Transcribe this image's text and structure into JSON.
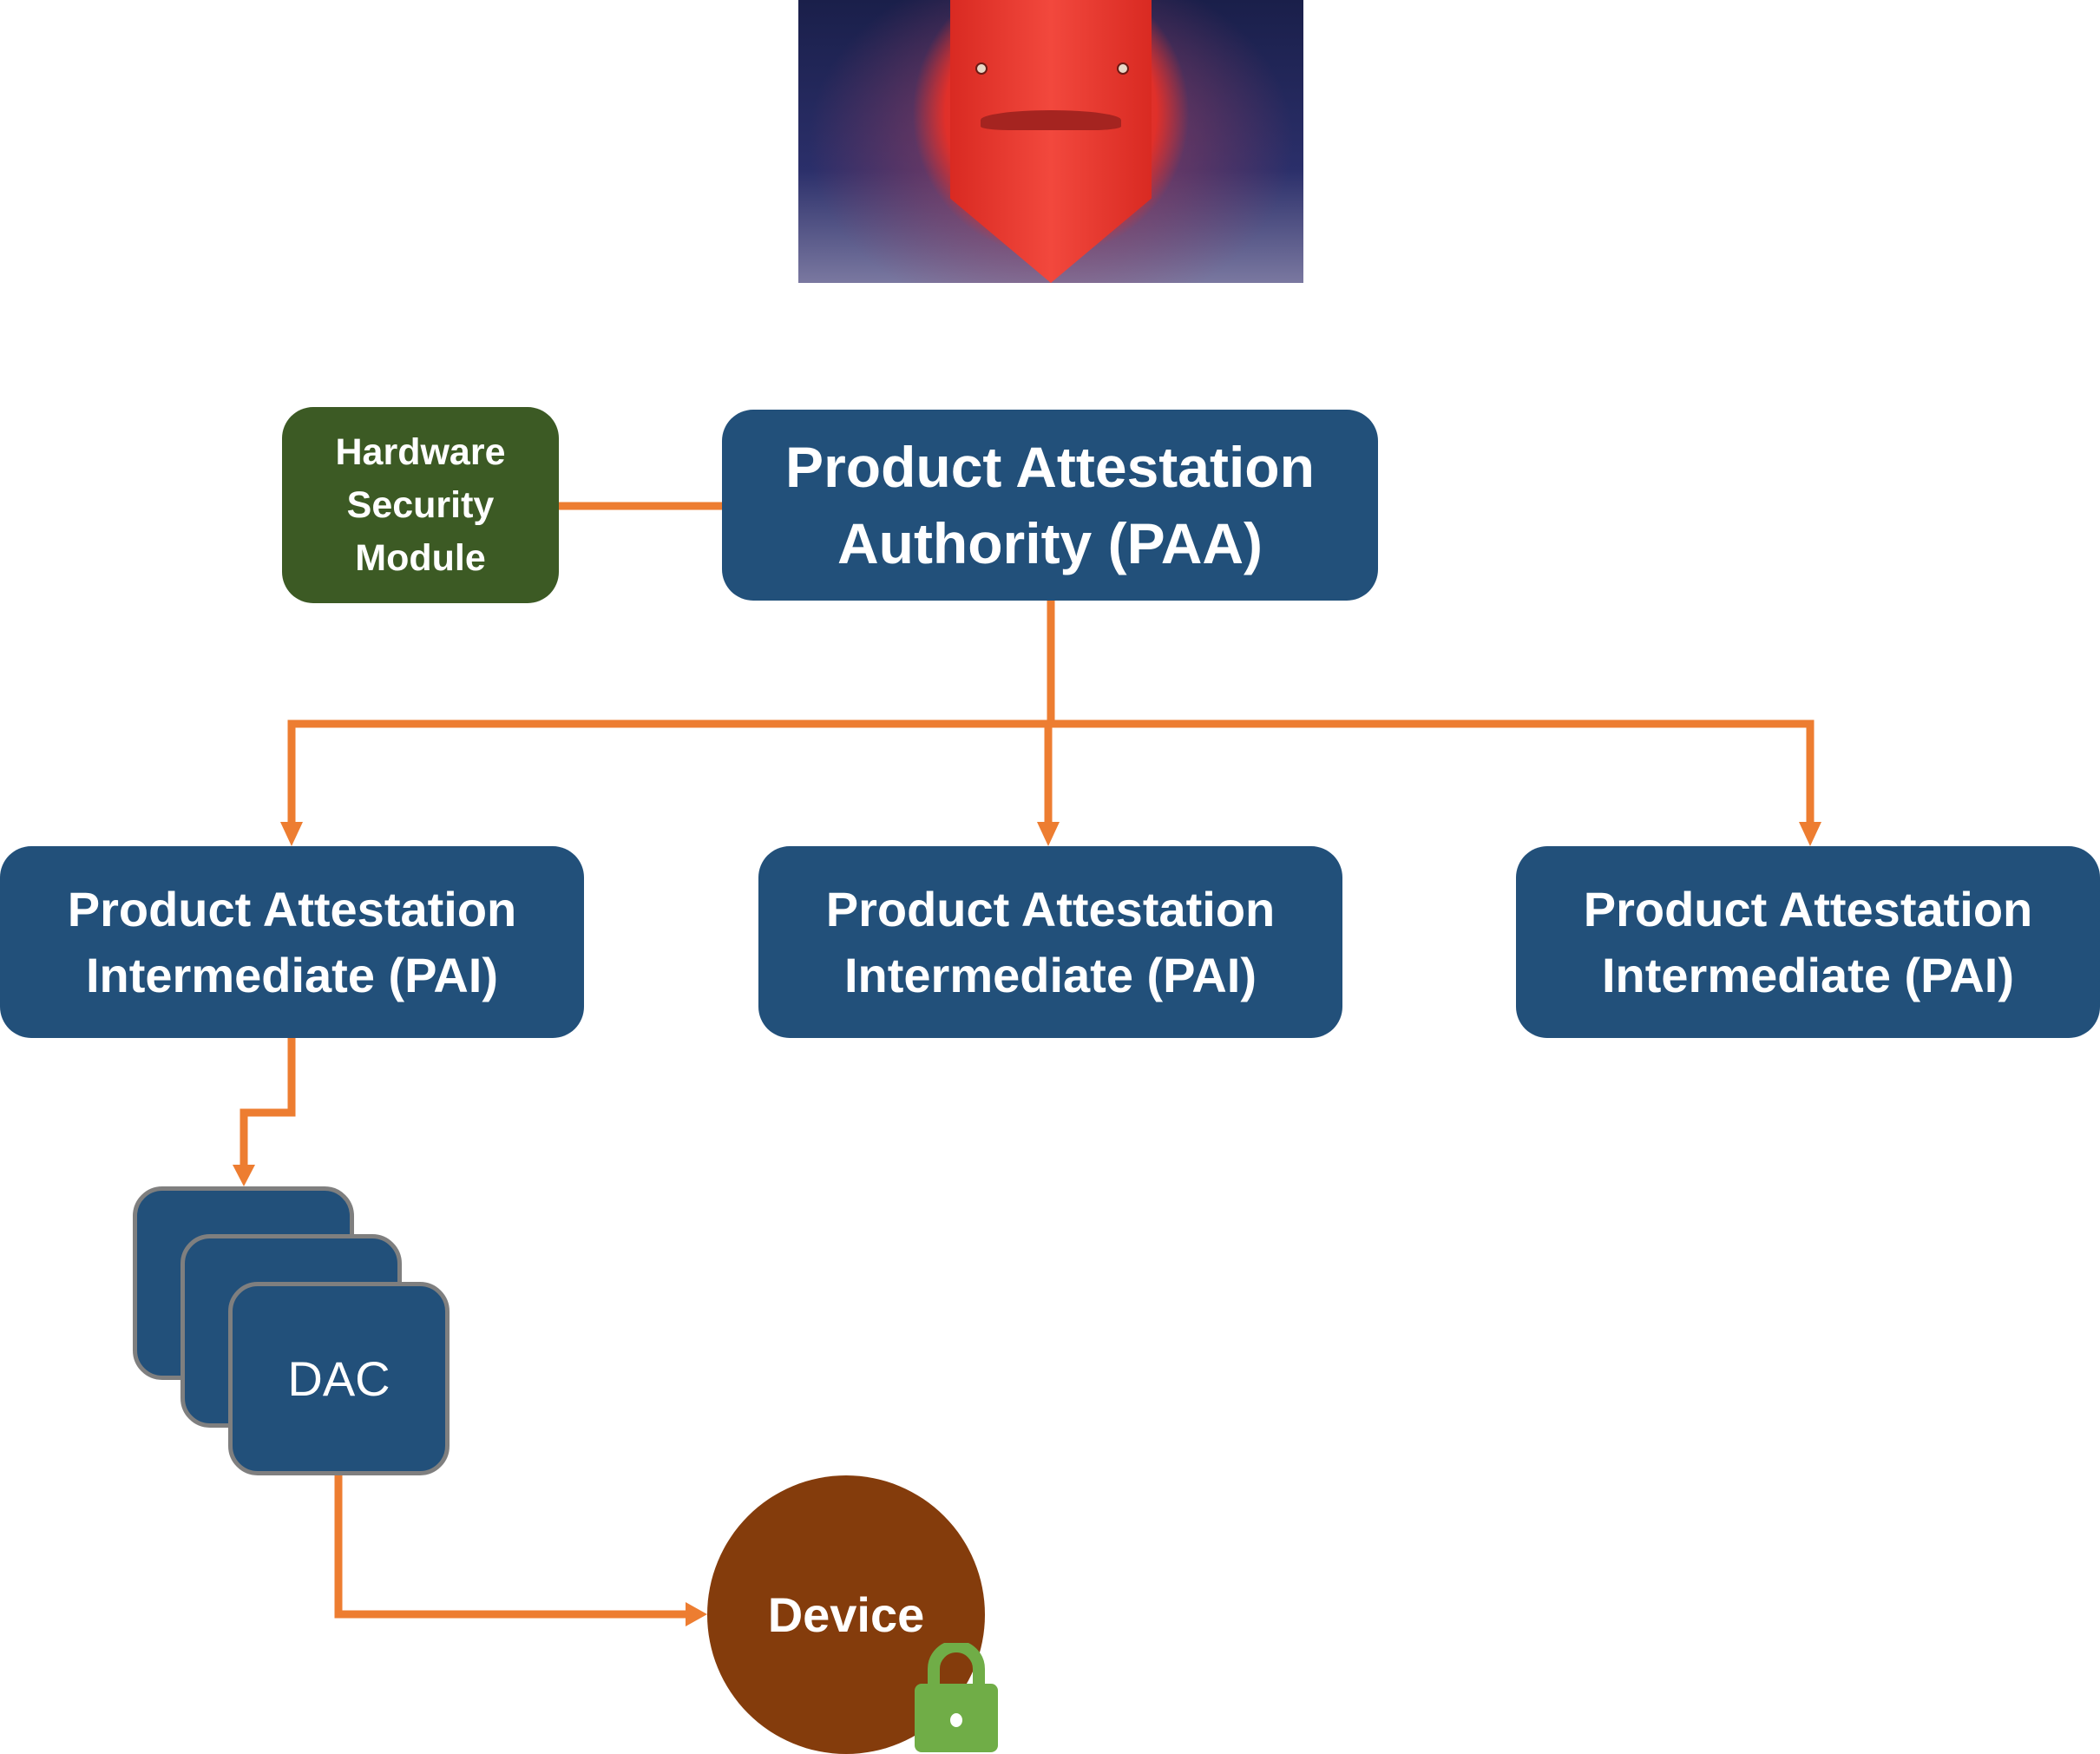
{
  "photo": {
    "description": "red-faced character illustration"
  },
  "nodes": {
    "hsm": {
      "lines": [
        "Hardware",
        "Security",
        "Module"
      ],
      "color": "#3c5a24"
    },
    "paa": {
      "lines": [
        "Product Attestation",
        "Authority (PAA)"
      ],
      "color": "#22507a"
    },
    "pai": [
      {
        "lines": [
          "Product Attestation",
          "Intermediate (PAI)"
        ]
      },
      {
        "lines": [
          "Product Attestation",
          "Intermediate (PAI)"
        ]
      },
      {
        "lines": [
          "Product Attestation",
          "Intermediate (PAI)"
        ]
      }
    ],
    "dac": {
      "label": "DAC",
      "stack_count": 3
    },
    "device": {
      "label": "Device",
      "color": "#843c0c",
      "icon": "lock-icon",
      "icon_color": "#70ad47"
    }
  },
  "connector_color": "#ed7d31",
  "edges": [
    {
      "from": "hsm",
      "to": "paa",
      "arrow": false
    },
    {
      "from": "paa",
      "to": "pai.0",
      "arrow": true
    },
    {
      "from": "paa",
      "to": "pai.1",
      "arrow": true
    },
    {
      "from": "paa",
      "to": "pai.2",
      "arrow": true
    },
    {
      "from": "pai.0",
      "to": "dac",
      "arrow": true
    },
    {
      "from": "dac",
      "to": "device",
      "arrow": true
    }
  ]
}
